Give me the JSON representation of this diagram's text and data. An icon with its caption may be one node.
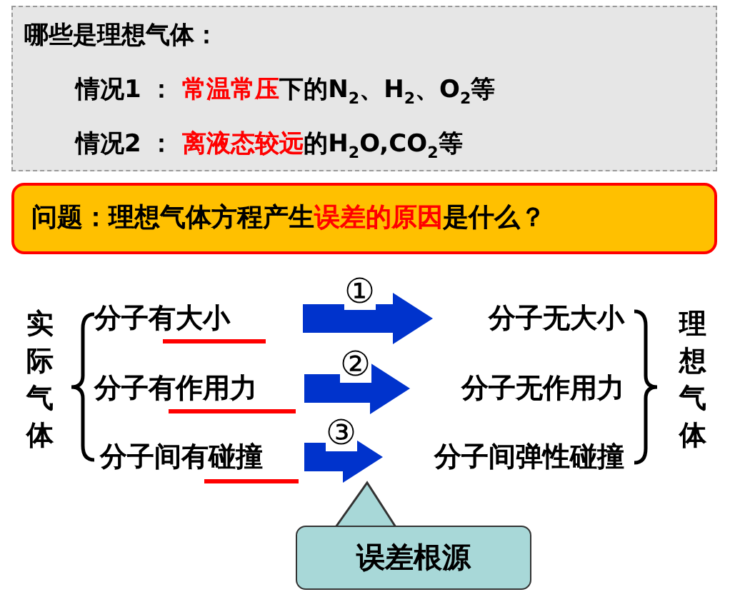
{
  "diagram": {
    "nodes": [
      {
        "text": [
          "哪些是理想气体：",
          "情况1 ： **常温常压**下的N$_{2}$、H$_{2}$、O$_{2}$等",
          "情况2 ： **离液态较远**的H$_{2}$O,CO$_{2}$等"
        ]
      },
      {
        "text": [
          "问题：理想气体方程产生**误差的原因**是什么？"
        ]
      },
      {
        "text": [
          "分子有大小"
        ]
      },
      {
        "text": [
          "分子无大小"
        ]
      },
      {
        "text": [
          "分子有作用力"
        ]
      },
      {
        "text": [
          "分子无作用力"
        ]
      },
      {
        "text": [
          "分子间有碰撞"
        ]
      },
      {
        "text": [
          "分子间弹性碰撞"
        ]
      },
      {
        "text": [
          "误差根源"
        ]
      }
    ],
    "edges": [
      {
        "from": 2,
        "to": 3,
        "arrow": "to",
        "label": "①",
        "style": "thick",
        "color": "#0033cc"
      },
      {
        "from": 4,
        "to": 5,
        "arrow": "to",
        "label": "②",
        "style": "thick",
        "color": "#0033cc"
      },
      {
        "from": 6,
        "to": 7,
        "arrow": "to",
        "label": "③",
        "style": "thick",
        "color": "#0033cc"
      }
    ],
    "labels": [
      "实际气体",
      "理想气体"
    ]
  }
}
